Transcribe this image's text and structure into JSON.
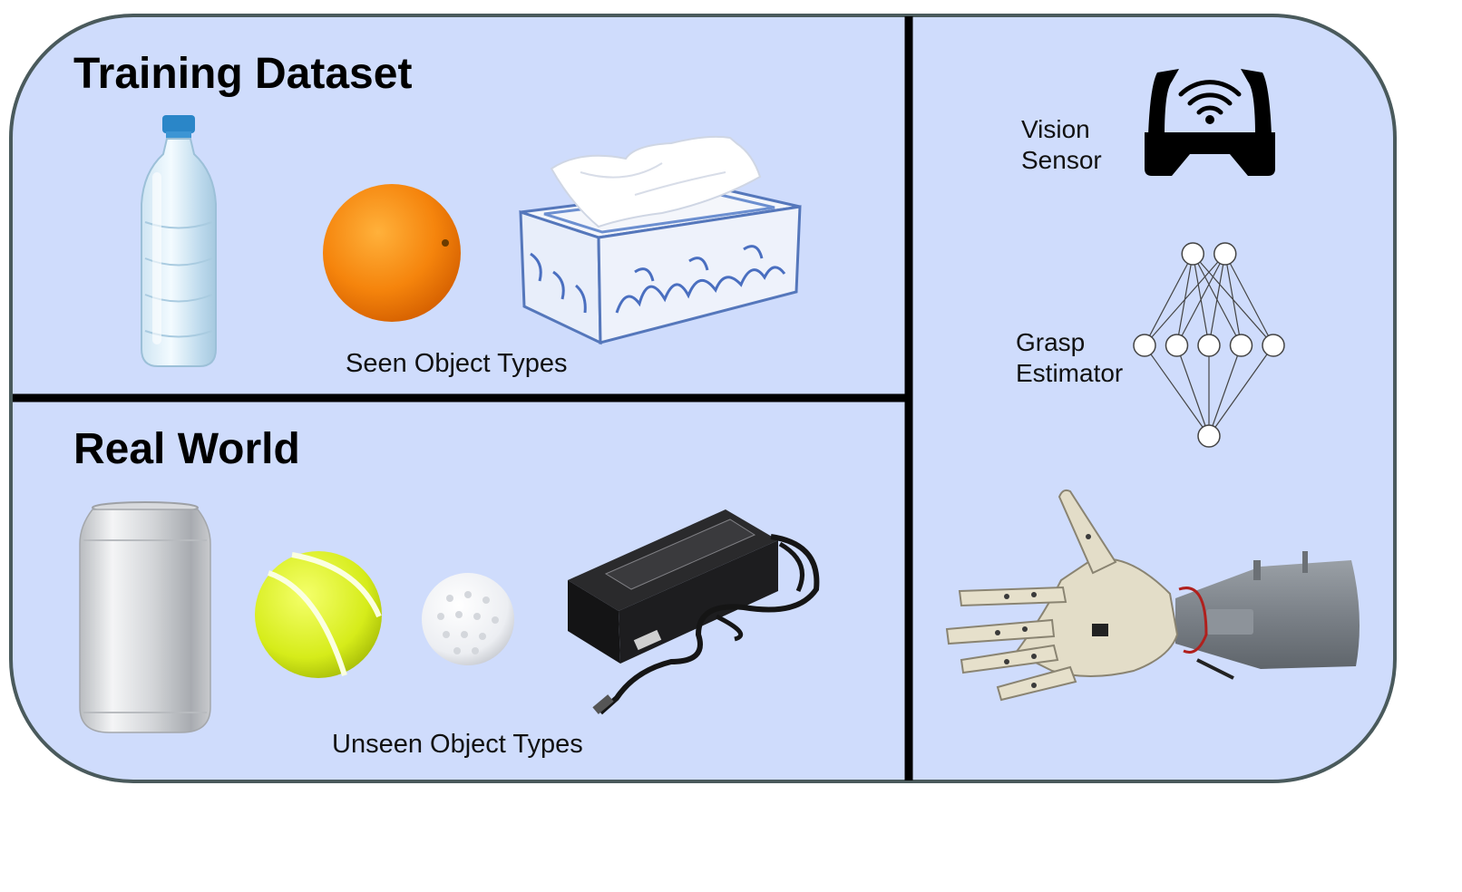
{
  "panel_color": "#cfdcfc",
  "border_color": "#4a5a5c",
  "training": {
    "title": "Training Dataset",
    "caption": "Seen Object Types",
    "objects": [
      "water-bottle",
      "orange",
      "tissue-box"
    ]
  },
  "real_world": {
    "title": "Real World",
    "caption": "Unseen Object Types",
    "objects": [
      "aluminum-can",
      "tennis-ball",
      "golf-ball",
      "power-adapter"
    ]
  },
  "pipeline": {
    "vision_label_line1": "Vision",
    "vision_label_line2": "Sensor",
    "grasp_label_line1": "Grasp",
    "grasp_label_line2": "Estimator",
    "network_layers": [
      2,
      5,
      1
    ],
    "actuator": "prosthetic-hand"
  }
}
